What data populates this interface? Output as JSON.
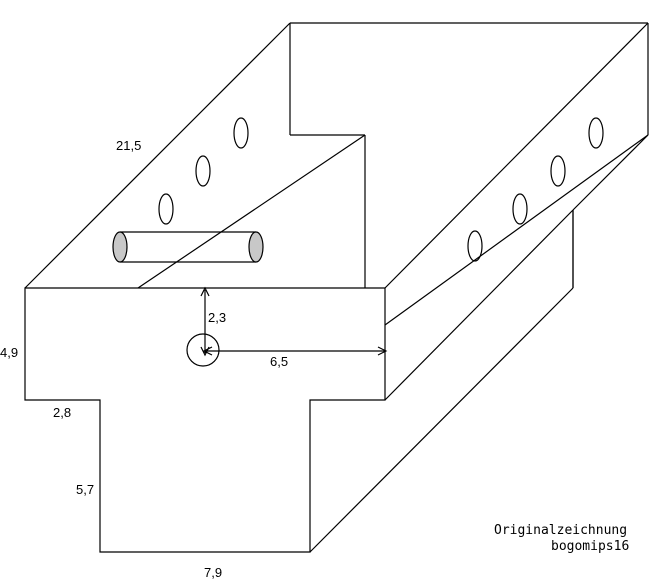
{
  "dimensions": {
    "length": "21,5",
    "height_top": "4,9",
    "flange": "2,8",
    "stem_height": "5,7",
    "base_width": "7,9",
    "hole_depth": "2,3",
    "hole_offset": "6,5"
  },
  "credit": {
    "line1": "Originalzeichnung",
    "line2": "bogomips16"
  },
  "colors": {
    "line": "#000000",
    "pin_end": "#c8c8c8",
    "background": "#ffffff"
  }
}
